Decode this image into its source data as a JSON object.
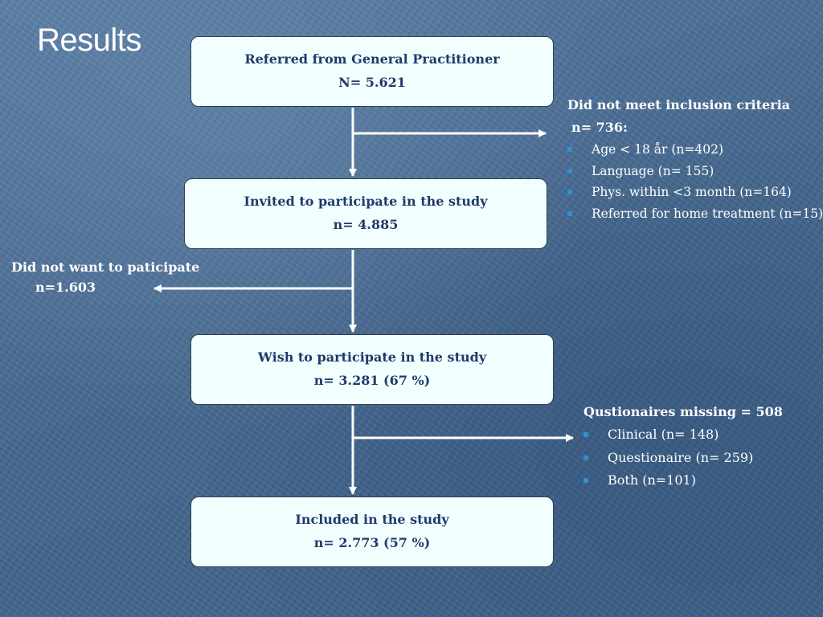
{
  "slide": {
    "title": "Results"
  },
  "flow": {
    "referred": {
      "label": "Referred from General Practitioner",
      "count": "N= 5.621"
    },
    "invited": {
      "label": "Invited to participate in the study",
      "count": "n= 4.885"
    },
    "wish": {
      "label": "Wish to participate in the study",
      "count": "n= 3.281 (67 %)"
    },
    "included": {
      "label": "Included in the study",
      "count": "n= 2.773 (57 %)"
    }
  },
  "exclusions": {
    "heading": "Did not meet inclusion criteria",
    "count": "n= 736:",
    "items": [
      "Age < 18 år (n=402)",
      "Language (n= 155)",
      "Phys. within <3 month (n=164)",
      "Referred for home treatment (n=15)"
    ]
  },
  "declined": {
    "heading": "Did not want to paticipate",
    "count": "n=1.603"
  },
  "missing": {
    "heading": "Qustionaires missing = 508",
    "items": [
      "Clinical (n= 148)",
      "Questionaire (n= 259)",
      "Both (n=101)"
    ]
  },
  "colors": {
    "background": "#4a6d93",
    "box_fill": "#f2ffff",
    "box_text": "#1f3a6b",
    "arrow": "#ffffff",
    "bullet": "#2f8fd6"
  }
}
